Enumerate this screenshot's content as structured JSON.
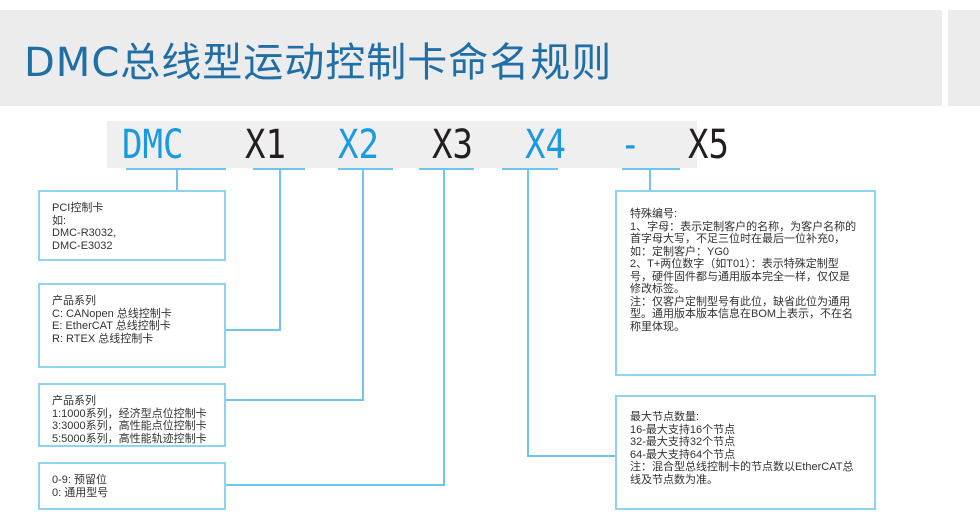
{
  "title": "DMC总线型运动控制卡命名规则",
  "code": {
    "dmc": "DMC",
    "x1": "X1",
    "x2": "X2",
    "x3": "X3",
    "x4": "X4",
    "dash": "-",
    "x5": "X5"
  },
  "boxes": {
    "dmc": "PCI控制卡\n如:\nDMC-R3032,\nDMC-E3032",
    "x1": "产品系列\nC: CANopen 总线控制卡\nE: EtherCAT 总线控制卡\nR: RTEX 总线控制卡",
    "x2": "产品系列\n1:1000系列，经济型点位控制卡\n3:3000系列，高性能点位控制卡\n5:5000系列，高性能轨迹控制卡",
    "x3": "0-9: 预留位\n0:  通用型号",
    "x4": "最大节点数量:\n16-最大支持16个节点\n32-最大支持32个节点\n64-最大支持64个节点\n注：混合型总线控制卡的节点数以EtherCAT总线及节点数为准。",
    "x5": "特殊编号:\n1、字母：表示定制客户的名称，为客户名称的首字母大写，不足三位时在最后一位补充0，如：定制客户：YG0\n2、T+两位数字（如T01）：表示特殊定制型号，硬件固件都与通用版本完全一样，仅仅是修改标签。\n注：仅客户定制型号有此位，缺省此位为通用型。通用版本版本信息在BOM上表示，不在名称里体现。"
  }
}
